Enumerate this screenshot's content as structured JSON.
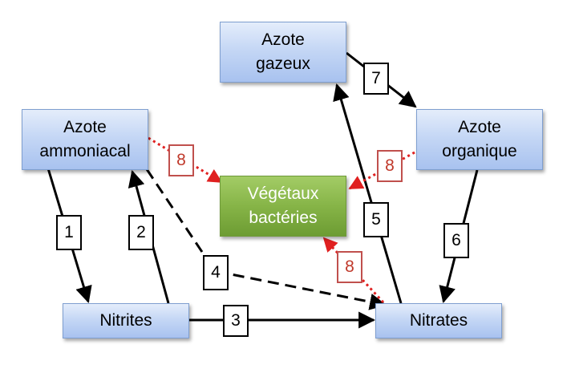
{
  "nodes": {
    "azote_gazeux": "Azote\ngazeux",
    "azote_ammoniacal": "Azote\nammoniacal",
    "azote_organique": "Azote\norganique",
    "vegetaux_bacteries": "Végétaux\nbactéries",
    "nitrites": "Nitrites",
    "nitrates": "Nitrates"
  },
  "labels": {
    "l1": "1",
    "l2": "2",
    "l3": "3",
    "l4": "4",
    "l5": "5",
    "l6": "6",
    "l7": "7",
    "l8_ammoniacal": "8",
    "l8_organique": "8",
    "l8_nitrates": "8"
  },
  "colors": {
    "node_fill": "#c5d7f5",
    "node_green": "#86b447",
    "arrow_black": "#000000",
    "arrow_red": "#e02020",
    "label_red_border": "#c0504d"
  }
}
